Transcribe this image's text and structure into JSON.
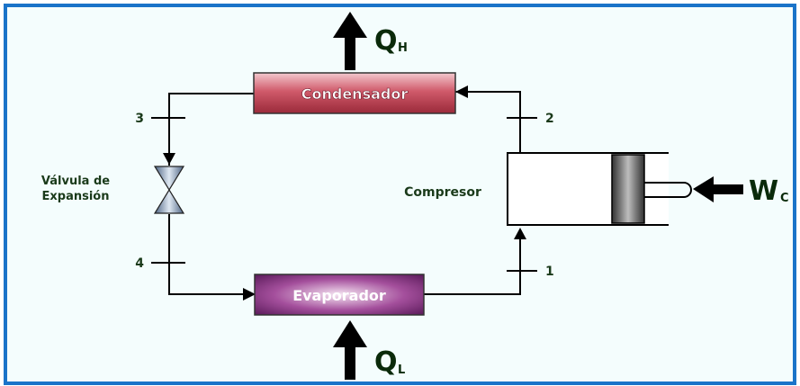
{
  "colors": {
    "frame": "#1a73c9",
    "background": "#f4fdfd",
    "line": "#000000",
    "label": "#1a3a1a",
    "condenser_fill": "#c0475a",
    "evaporator_fill": "#7a2878",
    "valve_fill": "#6d86a8"
  },
  "components": {
    "condenser": "Condensador",
    "evaporator": "Evaporador",
    "compressor": "Compresor",
    "valve_line1": "Válvula de",
    "valve_line2": "Expansión"
  },
  "states": {
    "s1": "1",
    "s2": "2",
    "s3": "3",
    "s4": "4"
  },
  "energy": {
    "qh_main": "Q",
    "qh_sub": "H",
    "ql_main": "Q",
    "ql_sub": "L",
    "wc_main": "W",
    "wc_sub": "C"
  }
}
